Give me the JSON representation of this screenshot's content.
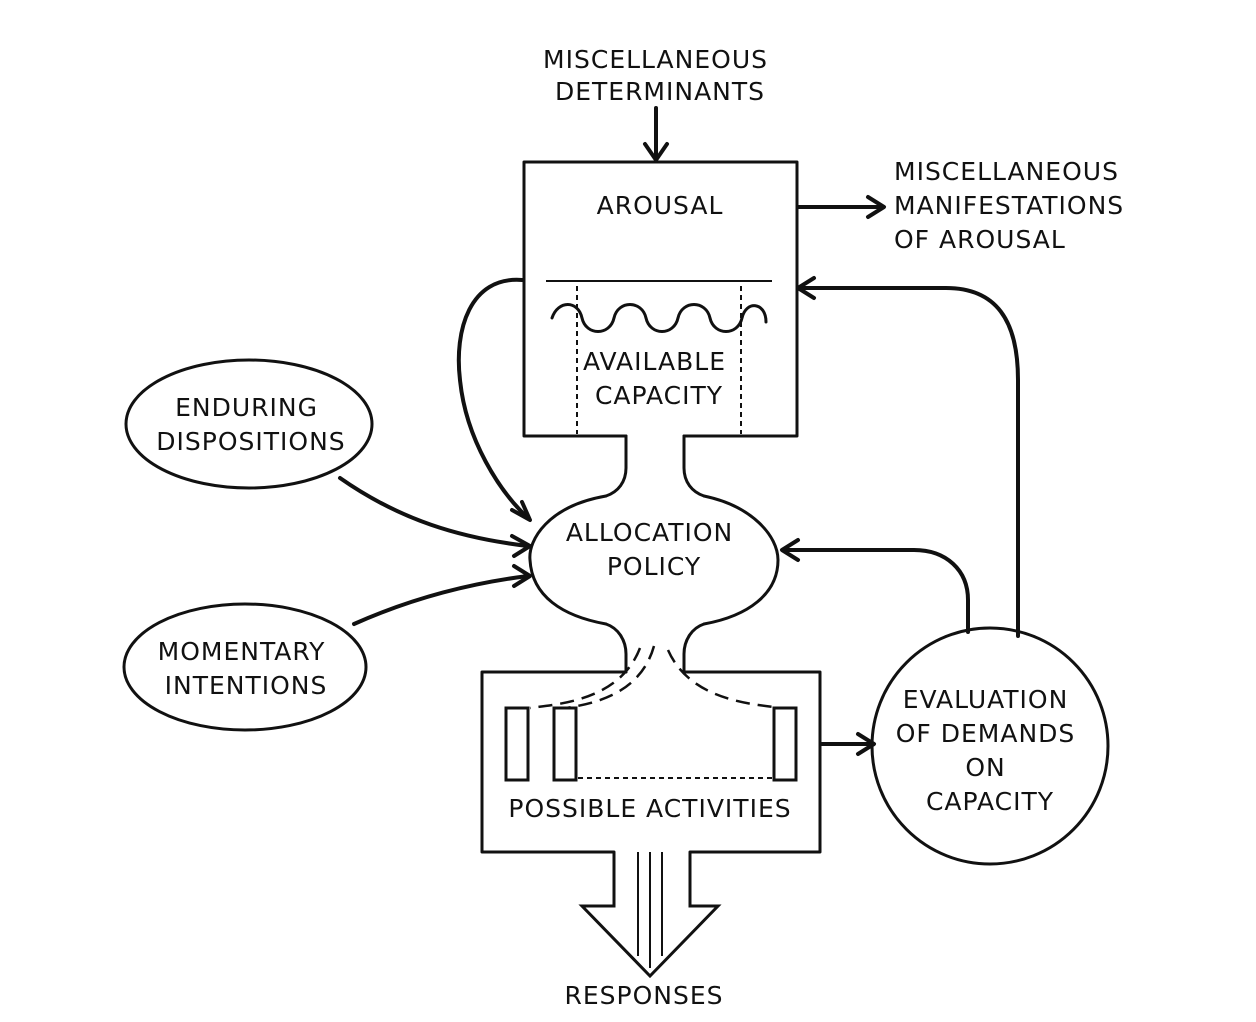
{
  "diagram": {
    "nodes": {
      "misc_determinants": [
        "MISCELLANEOUS",
        "DETERMINANTS"
      ],
      "arousal": [
        "AROUSAL"
      ],
      "misc_manifestations": [
        "MISCELLANEOUS",
        "MANIFESTATIONS",
        "OF  AROUSAL"
      ],
      "available_capacity": [
        "AVAILABLE",
        "CAPACITY"
      ],
      "enduring_dispositions": [
        "ENDURING",
        "DISPOSITIONS"
      ],
      "allocation_policy": [
        "ALLOCATION",
        "POLICY"
      ],
      "momentary_intentions": [
        "MOMENTARY",
        "INTENTIONS"
      ],
      "possible_activities": [
        "POSSIBLE ACTIVITIES"
      ],
      "evaluation": [
        "EVALUATION",
        "OF DEMANDS",
        "ON",
        "CAPACITY"
      ],
      "responses": [
        "RESPONSES"
      ]
    },
    "edges": [
      {
        "from": "misc_determinants",
        "to": "arousal"
      },
      {
        "from": "arousal",
        "to": "misc_manifestations"
      },
      {
        "from": "arousal",
        "to": "allocation_policy"
      },
      {
        "from": "enduring_dispositions",
        "to": "allocation_policy"
      },
      {
        "from": "momentary_intentions",
        "to": "allocation_policy"
      },
      {
        "from": "allocation_policy",
        "to": "possible_activities"
      },
      {
        "from": "possible_activities",
        "to": "evaluation"
      },
      {
        "from": "evaluation",
        "to": "allocation_policy"
      },
      {
        "from": "evaluation",
        "to": "arousal"
      },
      {
        "from": "possible_activities",
        "to": "responses"
      }
    ]
  }
}
